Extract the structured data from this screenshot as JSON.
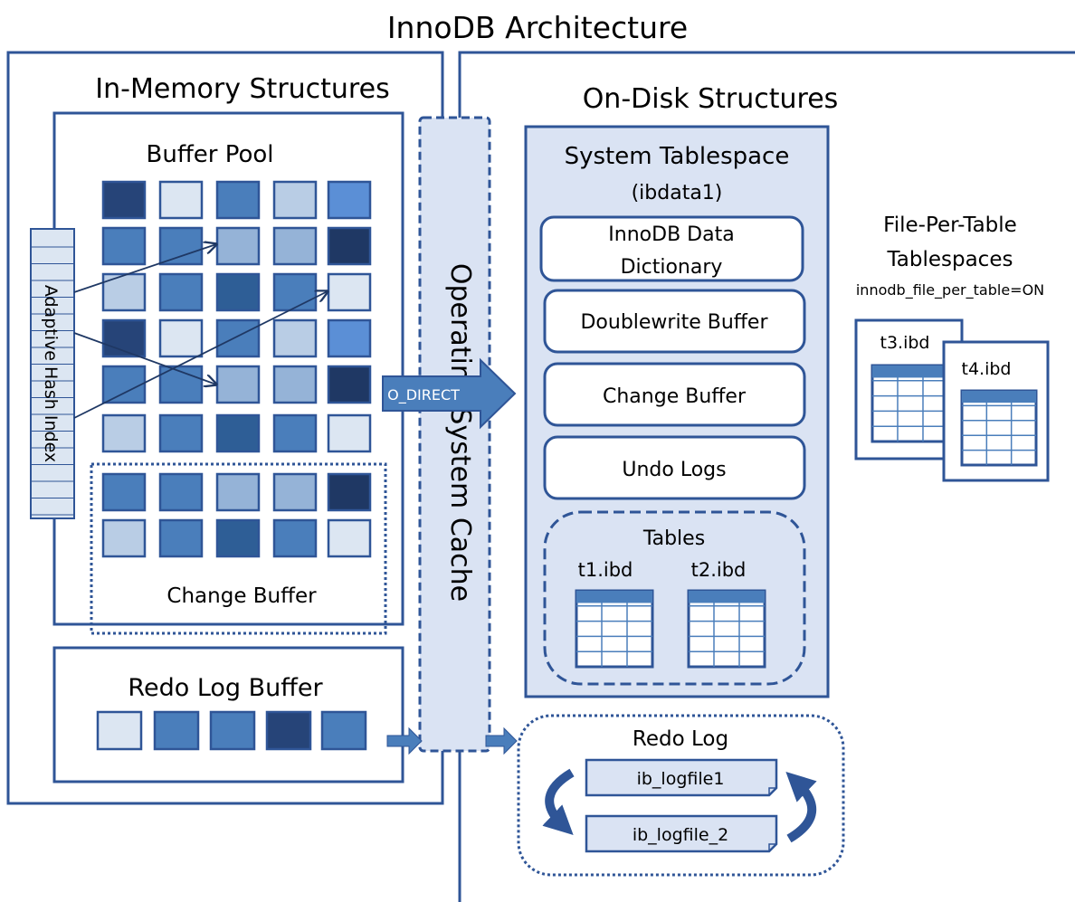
{
  "title": "InnoDB Architecture",
  "in_memory": {
    "title": "In-Memory Structures",
    "buffer_pool": {
      "title": "Buffer Pool",
      "grid_rows": [
        [
          "d",
          "vl",
          "m",
          "l",
          "b"
        ],
        [
          "m",
          "m",
          "ml",
          "ml",
          "vd"
        ],
        [
          "l",
          "m",
          "md",
          "m",
          "vl"
        ],
        [
          "d",
          "vl",
          "m",
          "l",
          "b"
        ],
        [
          "m",
          "m",
          "ml",
          "ml",
          "vd"
        ],
        [
          "l",
          "m",
          "md",
          "m",
          "vl"
        ],
        [
          "m",
          "m",
          "ml",
          "ml",
          "vd"
        ],
        [
          "l",
          "m",
          "md",
          "m",
          "vl"
        ]
      ]
    },
    "adaptive_hash_index": {
      "label": "Adaptive Hash Index"
    },
    "change_buffer": {
      "label": "Change Buffer"
    },
    "redo_log_buffer": {
      "title": "Redo Log Buffer",
      "cells": [
        "vl",
        "m",
        "m",
        "d",
        "m"
      ]
    }
  },
  "os_cache": {
    "label": "Operating System Cache",
    "o_direct_label": "O_DIRECT"
  },
  "on_disk": {
    "title": "On-Disk Structures",
    "system_tablespace": {
      "title": "System Tablespace",
      "subtitle": "(ibdata1)",
      "items": [
        {
          "name": "data-dictionary",
          "line1": "InnoDB Data",
          "line2": "Dictionary"
        },
        {
          "name": "doublewrite-buffer",
          "line1": "Doublewrite Buffer",
          "line2": ""
        },
        {
          "name": "change-buffer",
          "line1": "Change Buffer",
          "line2": ""
        },
        {
          "name": "undo-logs",
          "line1": "Undo Logs",
          "line2": ""
        }
      ],
      "tables": {
        "title": "Tables",
        "files": [
          "t1.ibd",
          "t2.ibd"
        ]
      }
    },
    "file_per_table": {
      "title_line1": "File-Per-Table",
      "title_line2": "Tablespaces",
      "setting": "innodb_file_per_table=ON",
      "files": [
        "t3.ibd",
        "t4.ibd"
      ]
    },
    "redo_log": {
      "title": "Redo Log",
      "files": [
        "ib_logfile1",
        "ib_logfile_2"
      ]
    }
  },
  "colors": {
    "border": "#2f5597",
    "panel_fill": "#dae3f3",
    "vd": "#1f3864",
    "d": "#264478",
    "md": "#2e5e96",
    "m": "#4a7ebb",
    "b": "#5b8fd6",
    "ml": "#95b3d7",
    "l": "#b9cde5",
    "vl": "#dce6f2"
  }
}
